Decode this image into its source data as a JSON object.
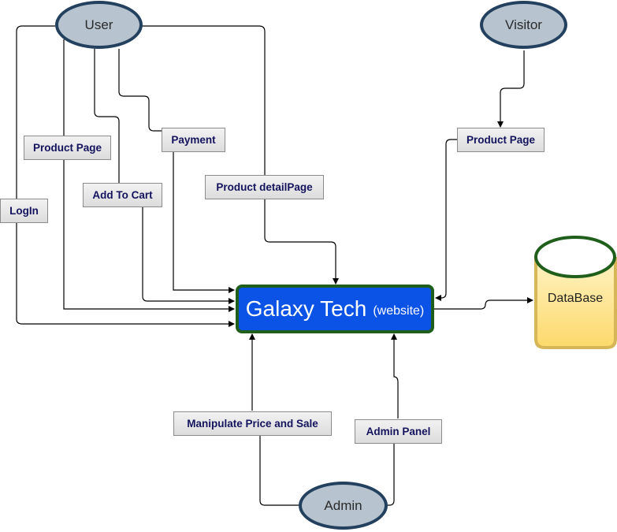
{
  "diagram": {
    "actors": {
      "user": "User",
      "visitor": "Visitor",
      "admin": "Admin"
    },
    "edge_labels": {
      "login": "LogIn",
      "product_page_user": "Product Page",
      "add_to_cart": "Add To Cart",
      "payment": "Payment",
      "product_detail_page": "Product detailPage",
      "product_page_visitor": "Product Page",
      "manipulate_price": "Manipulate Price and Sale",
      "admin_panel": "Admin Panel"
    },
    "system": {
      "name": "Galaxy Tech",
      "note": "(website)"
    },
    "database": {
      "label": "DataBase"
    }
  },
  "colors": {
    "actor_fill": "#b7c4cf",
    "actor_border": "#23415e",
    "system_fill": "#0b52e6",
    "system_border": "#1f5f1b",
    "database_fill_top": "#fff3c4",
    "database_fill_bottom": "#fcd96b",
    "database_border": "#d6b656",
    "database_cap_border": "#1f5f1b",
    "edge_color": "#000000",
    "label_text": "#13135e"
  }
}
